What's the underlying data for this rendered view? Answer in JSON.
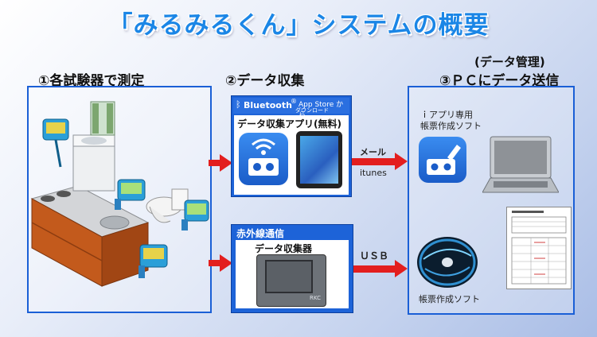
{
  "title": "「みるみるくん」システムの概要",
  "step1": {
    "label": "①各試験器で測定"
  },
  "step2": {
    "label": "②データ収集",
    "bluetooth_brand": "Bluetooth",
    "reg_mark": "®",
    "appstore_text": "App Store から",
    "download_text": "ダウンロード",
    "app_title": "データ収集アプリ(無料)",
    "infrared_label": "赤外線通信",
    "collector_title": "データ収集器",
    "collector_logo": "RKC"
  },
  "step3": {
    "label": "③ＰＣにデータ送信",
    "sub_label": "(データ管理)",
    "iapp_line1": "ｉアプリ専用",
    "iapp_line2": "帳票作成ソフト",
    "software_label": "帳票作成ソフト"
  },
  "arrows": {
    "mail": "メール",
    "itunes": "itunes",
    "usb": "ＵＳＢ"
  },
  "colors": {
    "accent_blue": "#1d63d8",
    "arrow_red": "#e31e1e",
    "title_blue": "#1b86e6"
  }
}
